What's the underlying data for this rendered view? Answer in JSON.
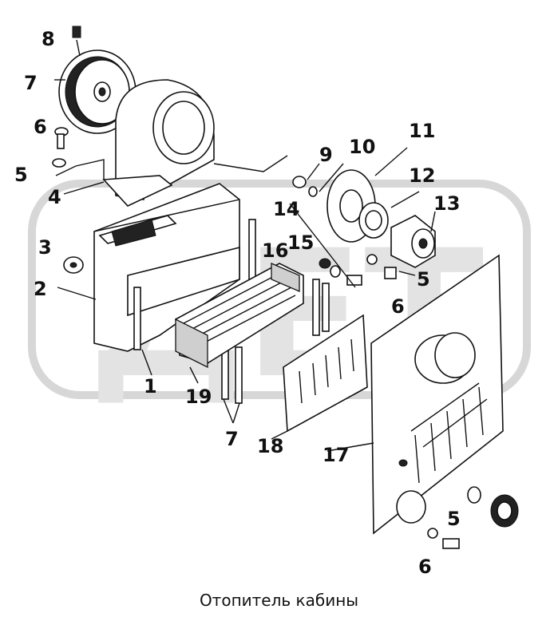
{
  "caption": "Отопитель кабины",
  "watermark": "ДЕТ",
  "labels": [
    {
      "id": "8",
      "text": "8"
    },
    {
      "id": "7-top",
      "text": "7"
    },
    {
      "id": "6-left",
      "text": "6"
    },
    {
      "id": "5-left",
      "text": "5"
    },
    {
      "id": "4",
      "text": "4"
    },
    {
      "id": "3",
      "text": "3"
    },
    {
      "id": "2",
      "text": "2"
    },
    {
      "id": "1",
      "text": "1"
    },
    {
      "id": "19",
      "text": "19"
    },
    {
      "id": "7-bottom",
      "text": "7"
    },
    {
      "id": "18",
      "text": "18"
    },
    {
      "id": "17",
      "text": "17"
    },
    {
      "id": "16",
      "text": "16"
    },
    {
      "id": "15",
      "text": "15"
    },
    {
      "id": "14",
      "text": "14"
    },
    {
      "id": "9",
      "text": "9"
    },
    {
      "id": "10",
      "text": "10"
    },
    {
      "id": "11",
      "text": "11"
    },
    {
      "id": "12",
      "text": "12"
    },
    {
      "id": "13",
      "text": "13"
    },
    {
      "id": "5-mid",
      "text": "5"
    },
    {
      "id": "6-mid",
      "text": "6"
    },
    {
      "id": "5-bottom",
      "text": "5"
    },
    {
      "id": "6-bottom",
      "text": "6"
    }
  ]
}
